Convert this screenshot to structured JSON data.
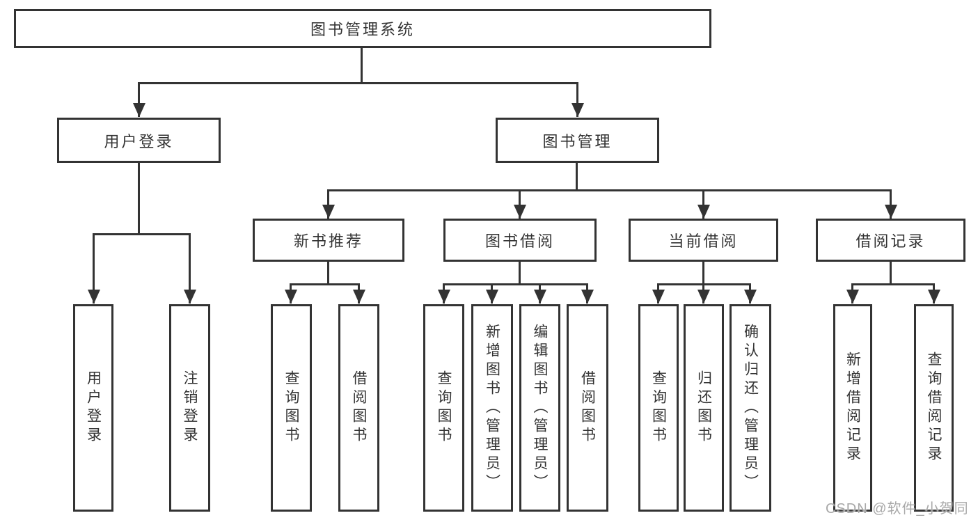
{
  "nodes": {
    "root": {
      "label": "图书管理系统"
    },
    "user_login": {
      "label": "用户登录"
    },
    "book_mgmt": {
      "label": "图书管理"
    },
    "new_book_rec": {
      "label": "新书推荐"
    },
    "book_borrow": {
      "label": "图书借阅"
    },
    "current_borrow": {
      "label": "当前借阅"
    },
    "borrow_record": {
      "label": "借阅记录"
    },
    "login": {
      "label": "用户登录"
    },
    "logout": {
      "label": "注销登录"
    },
    "rec_query_book": {
      "label": "查询图书"
    },
    "rec_borrow_book": {
      "label": "借阅图书"
    },
    "bb_query_book": {
      "label": "查询图书"
    },
    "bb_add_book": {
      "label": "新增图书（管理员）"
    },
    "bb_edit_book": {
      "label": "编辑图书（管理员）"
    },
    "bb_borrow_book": {
      "label": "借阅图书"
    },
    "cb_query_book": {
      "label": "查询图书"
    },
    "cb_return_book": {
      "label": "归还图书"
    },
    "cb_confirm_return": {
      "label": "确认归还（管理员）"
    },
    "br_add_record": {
      "label": "新增借阅记录"
    },
    "br_query_record": {
      "label": "查询借阅记录"
    }
  },
  "hierarchy": {
    "图书管理系统": {
      "用户登录": [
        "用户登录",
        "注销登录"
      ],
      "图书管理": {
        "新书推荐": [
          "查询图书",
          "借阅图书"
        ],
        "图书借阅": [
          "查询图书",
          "新增图书（管理员）",
          "编辑图书（管理员）",
          "借阅图书"
        ],
        "当前借阅": [
          "查询图书",
          "归还图书",
          "确认归还（管理员）"
        ],
        "借阅记录": [
          "新增借阅记录",
          "查询借阅记录"
        ]
      }
    }
  },
  "watermark": {
    "text": "CSDN @软件_小贺同学"
  },
  "colors": {
    "line": "#333333",
    "box_border": "#333333",
    "text": "#333333",
    "background": "#ffffff",
    "watermark": "#a8a8a8"
  }
}
